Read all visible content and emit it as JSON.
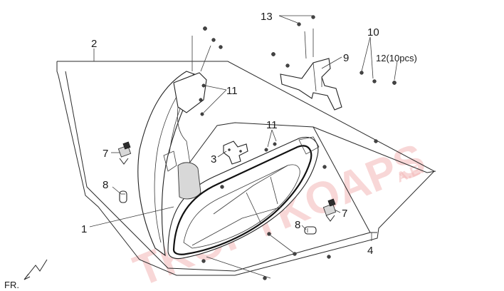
{
  "callouts": {
    "c1": "1",
    "c2": "2",
    "c3": "3",
    "c4": "4",
    "c7a": "7",
    "c7b": "7",
    "c8a": "8",
    "c8b": "8",
    "c9": "9",
    "c10": "10",
    "c11a": "11",
    "c11b": "11",
    "c12": "12(10pcs)",
    "c13": "13"
  },
  "direction": {
    "label": "FR."
  },
  "watermark": {
    "main": "TKOPYKOAPS",
    "suffix": "Α.Ε."
  }
}
